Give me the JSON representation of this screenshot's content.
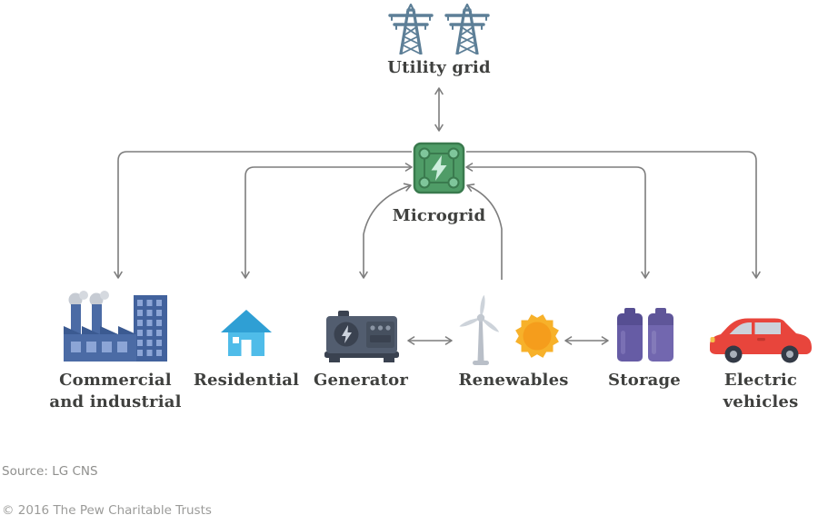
{
  "nodes": {
    "utility_grid": {
      "label": "Utility grid",
      "icon": "transmission-towers-icon"
    },
    "microgrid": {
      "label": "Microgrid",
      "icon": "microgrid-circuit-icon"
    },
    "commercial": {
      "label_line1": "Commercial",
      "label_line2": "and industrial",
      "icon": "factory-icon"
    },
    "residential": {
      "label": "Residential",
      "icon": "house-icon"
    },
    "generator": {
      "label": "Generator",
      "icon": "generator-icon"
    },
    "renewables": {
      "label": "Renewables",
      "icon": "wind-turbine-and-sun-icon"
    },
    "storage": {
      "label": "Storage",
      "icon": "batteries-icon"
    },
    "electric_vehicles": {
      "label_line1": "Electric",
      "label_line2": "vehicles",
      "icon": "electric-car-icon"
    }
  },
  "edges": [
    {
      "from": "Utility grid",
      "to": "Microgrid",
      "arrows": "both"
    },
    {
      "from": "Microgrid",
      "to": "Commercial and industrial",
      "arrows": "to"
    },
    {
      "from": "Microgrid",
      "to": "Residential",
      "arrows": "both"
    },
    {
      "from": "Microgrid",
      "to": "Generator",
      "arrows": "both"
    },
    {
      "from": "Renewables",
      "to": "Microgrid",
      "arrows": "to"
    },
    {
      "from": "Microgrid",
      "to": "Storage",
      "arrows": "both"
    },
    {
      "from": "Microgrid",
      "to": "Electric vehicles",
      "arrows": "to"
    },
    {
      "from": "Generator",
      "to": "Renewables",
      "arrows": "both"
    },
    {
      "from": "Renewables",
      "to": "Storage",
      "arrows": "both"
    }
  ],
  "footer": {
    "source": "Source: LG CNS",
    "copyright": "© 2016 The Pew Charitable Trusts"
  },
  "colors": {
    "arrow_gray": "#7d7d7d",
    "label_text": "#3f403e",
    "footer_text": "#8f8f8d",
    "utility_steel_blue": "#5d7f97",
    "microgrid_green": "#4f9c67",
    "commercial_blue": "#4b6ba5",
    "residential_cyan": "#4fbce9",
    "generator_slate": "#525d6f",
    "turbine_gray": "#cdd3da",
    "sun_orange": "#f59d1c",
    "storage_purple": "#665ca5",
    "ev_red": "#e8453c"
  }
}
